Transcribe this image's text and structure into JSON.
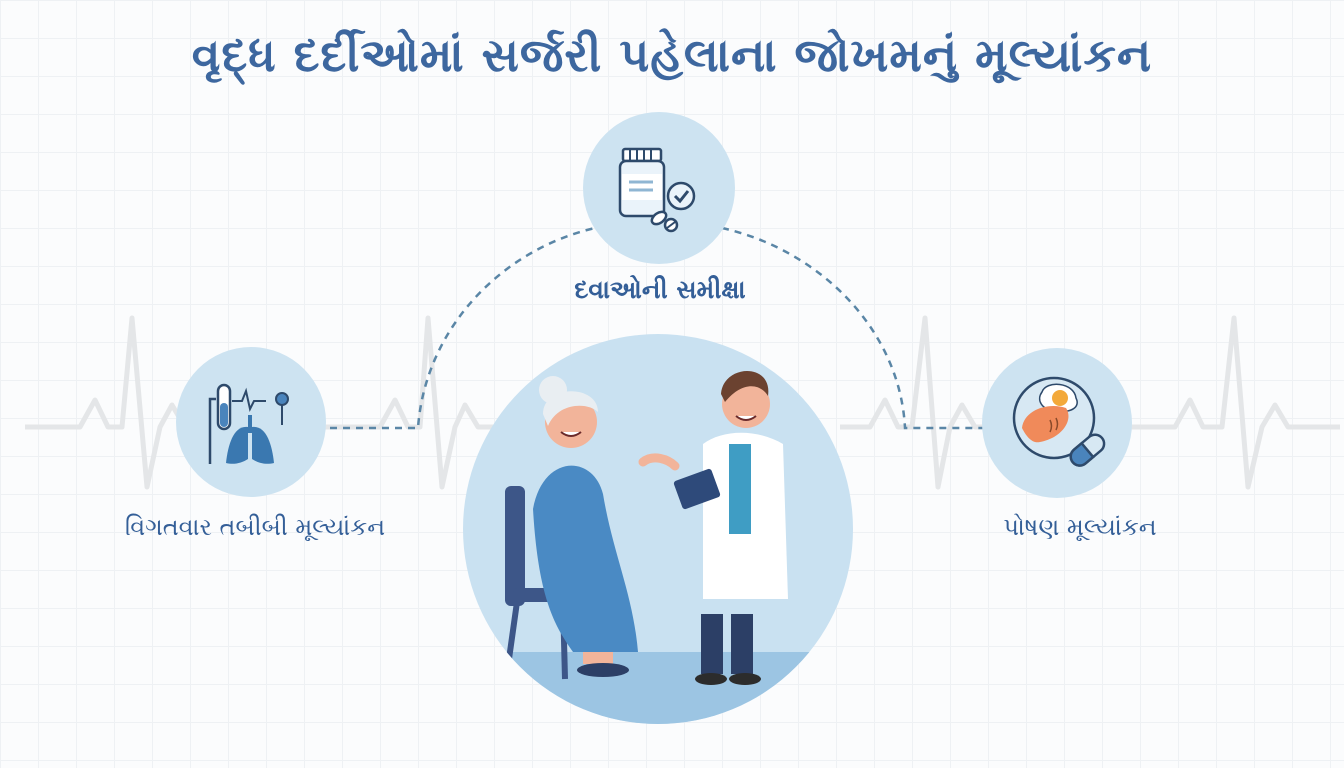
{
  "title": "વૃદ્ધ દર્દીઓમાં સર્જરી પહેલાના જોખમનું મૂલ્યાંકન",
  "nodes": [
    {
      "id": "medication-review",
      "label": "દવાઓની સમીક્ષા",
      "icon": "medicine-bottle-check-icon"
    },
    {
      "id": "medical-assessment",
      "label": "વિગતવાર તબીબી મૂલ્યાંકન",
      "icon": "lungs-test-tube-icon"
    },
    {
      "id": "nutrition-assessment",
      "label": "પોષણ મૂલ્યાંકન",
      "icon": "food-plate-pill-icon"
    }
  ],
  "center": {
    "illustration": "doctor-consulting-elderly-patient"
  },
  "colors": {
    "title": "#3d679f",
    "label": "#345f98",
    "circle_fill": "#cde3f1",
    "connector": "#5a86a6",
    "ecg_line": "#e6e8ea"
  }
}
